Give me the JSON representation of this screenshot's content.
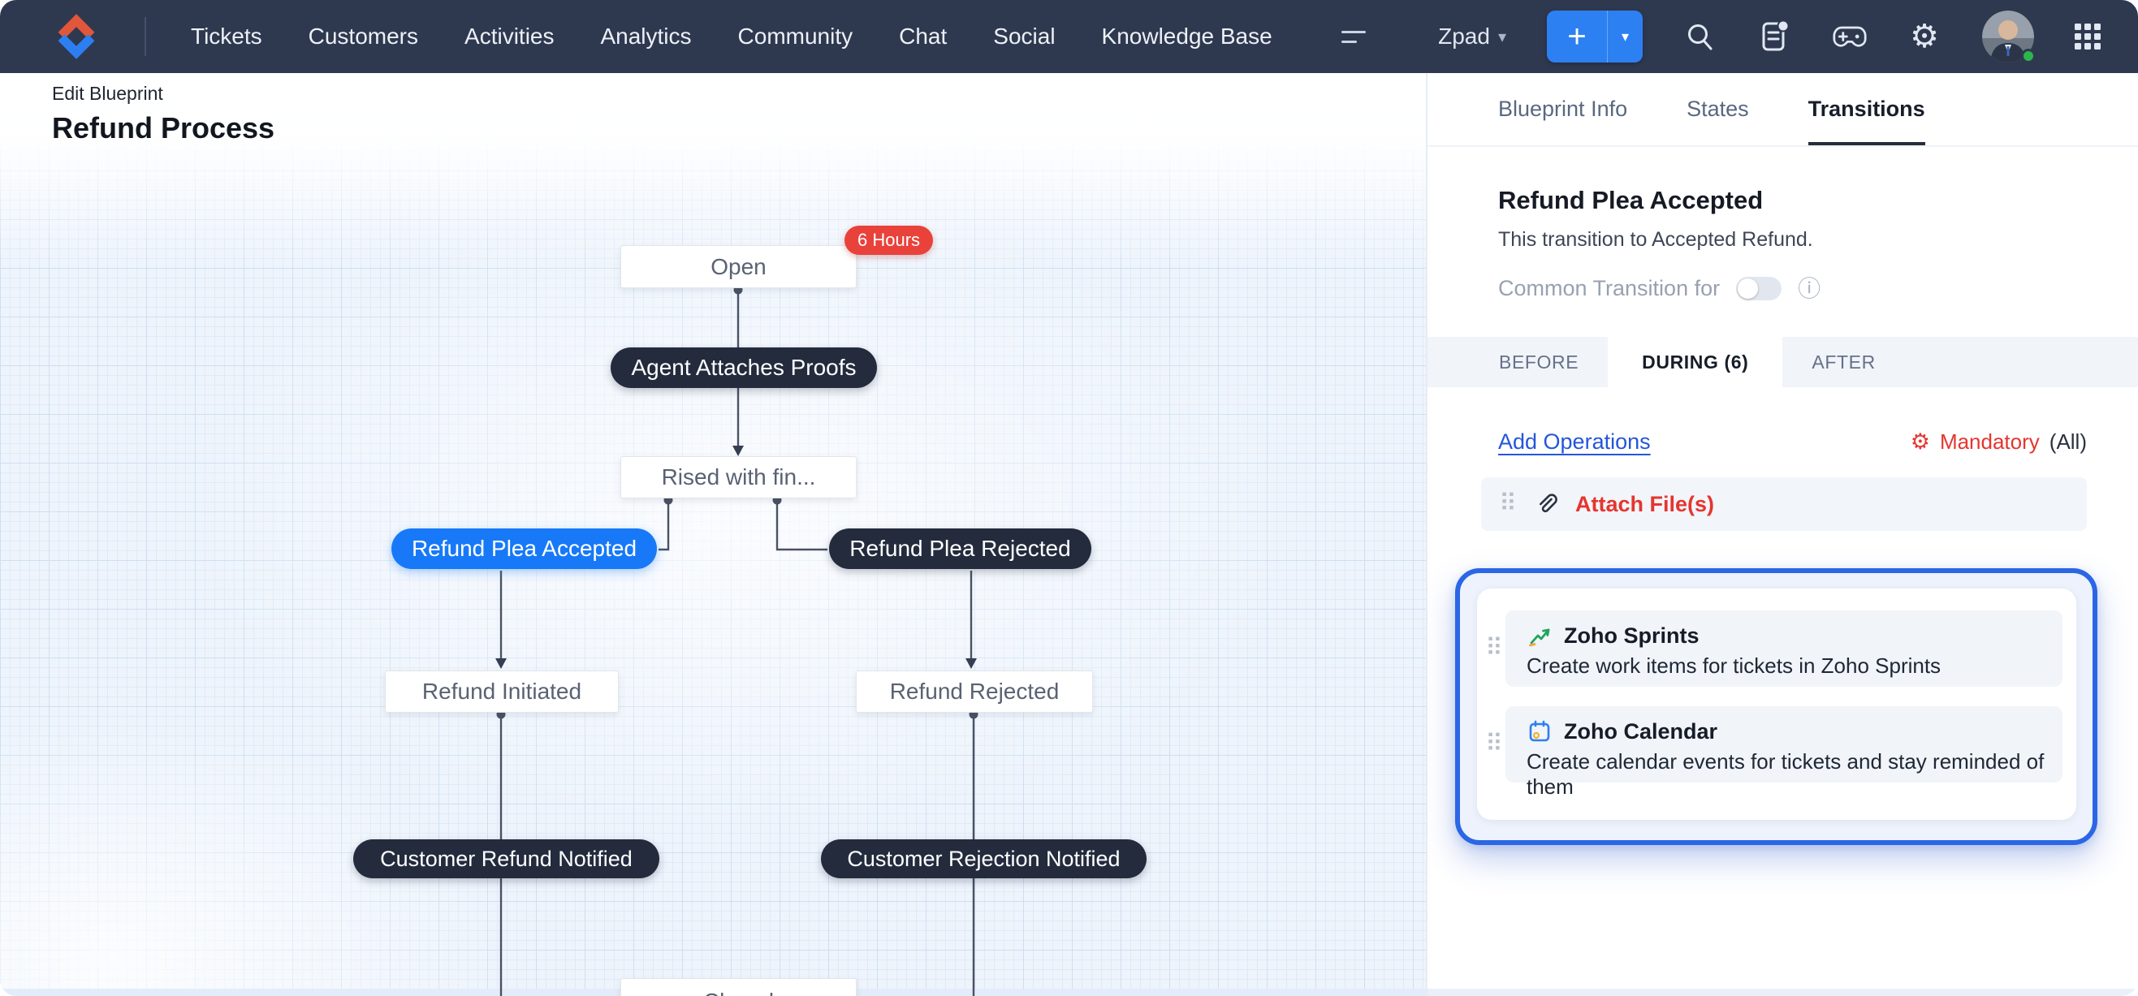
{
  "nav": {
    "items": [
      "Tickets",
      "Customers",
      "Activities",
      "Analytics",
      "Community",
      "Chat",
      "Social",
      "Knowledge Base"
    ],
    "portal_label": "Zpad",
    "add_label": "+"
  },
  "header": {
    "eyebrow": "Edit Blueprint",
    "title": "Refund Process"
  },
  "flowchart": {
    "nodes": [
      {
        "id": "open",
        "type": "state",
        "label": "Open",
        "badge": "6 Hours"
      },
      {
        "id": "agent-attaches-proofs",
        "type": "transition",
        "label": "Agent Attaches Proofs"
      },
      {
        "id": "rised-with-fin",
        "type": "state",
        "label": "Rised with fin..."
      },
      {
        "id": "refund-plea-accepted",
        "type": "transition-selected",
        "label": "Refund Plea Accepted"
      },
      {
        "id": "refund-plea-rejected",
        "type": "transition",
        "label": "Refund Plea Rejected"
      },
      {
        "id": "refund-initiated",
        "type": "state",
        "label": "Refund Initiated"
      },
      {
        "id": "refund-rejected",
        "type": "state",
        "label": "Refund Rejected"
      },
      {
        "id": "customer-refund-notified",
        "type": "transition",
        "label": "Customer Refund Notified"
      },
      {
        "id": "customer-rejection-notified",
        "type": "transition",
        "label": "Customer Rejection Notified"
      },
      {
        "id": "closed",
        "type": "state",
        "label": "Closed"
      }
    ]
  },
  "panel": {
    "tabs": [
      {
        "label": "Blueprint Info",
        "active": false
      },
      {
        "label": "States",
        "active": false
      },
      {
        "label": "Transitions",
        "active": true
      }
    ],
    "transition": {
      "title": "Refund Plea Accepted",
      "description": "This transition to Accepted Refund.",
      "common_label": "Common Transition for",
      "common_toggle": "off"
    },
    "phase_tabs": [
      {
        "label": "BEFORE",
        "active": false
      },
      {
        "label": "DURING (6)",
        "active": true
      },
      {
        "label": "AFTER",
        "active": false
      }
    ],
    "add_operations_label": "Add Operations",
    "mandatory": {
      "label": "Mandatory",
      "suffix": "(All)"
    },
    "operations": [
      {
        "label": "Attach File(s)"
      }
    ],
    "highlight": {
      "items": [
        {
          "title": "Zoho Sprints",
          "description": "Create work items for tickets in Zoho Sprints"
        },
        {
          "title": "Zoho Calendar",
          "description": "Create calendar events for tickets and stay reminded of them"
        }
      ]
    }
  },
  "colors": {
    "nav_bg": "#2e3950",
    "accent_blue": "#1779f7",
    "add_button_blue": "#2c80f2",
    "danger_red": "#e5352f",
    "badge_red": "#e8423b",
    "link_blue": "#2456d9",
    "spotlight_blue": "#2b66e5",
    "dark_pill": "#232b3d",
    "canvas_grid": "#cddff2"
  }
}
